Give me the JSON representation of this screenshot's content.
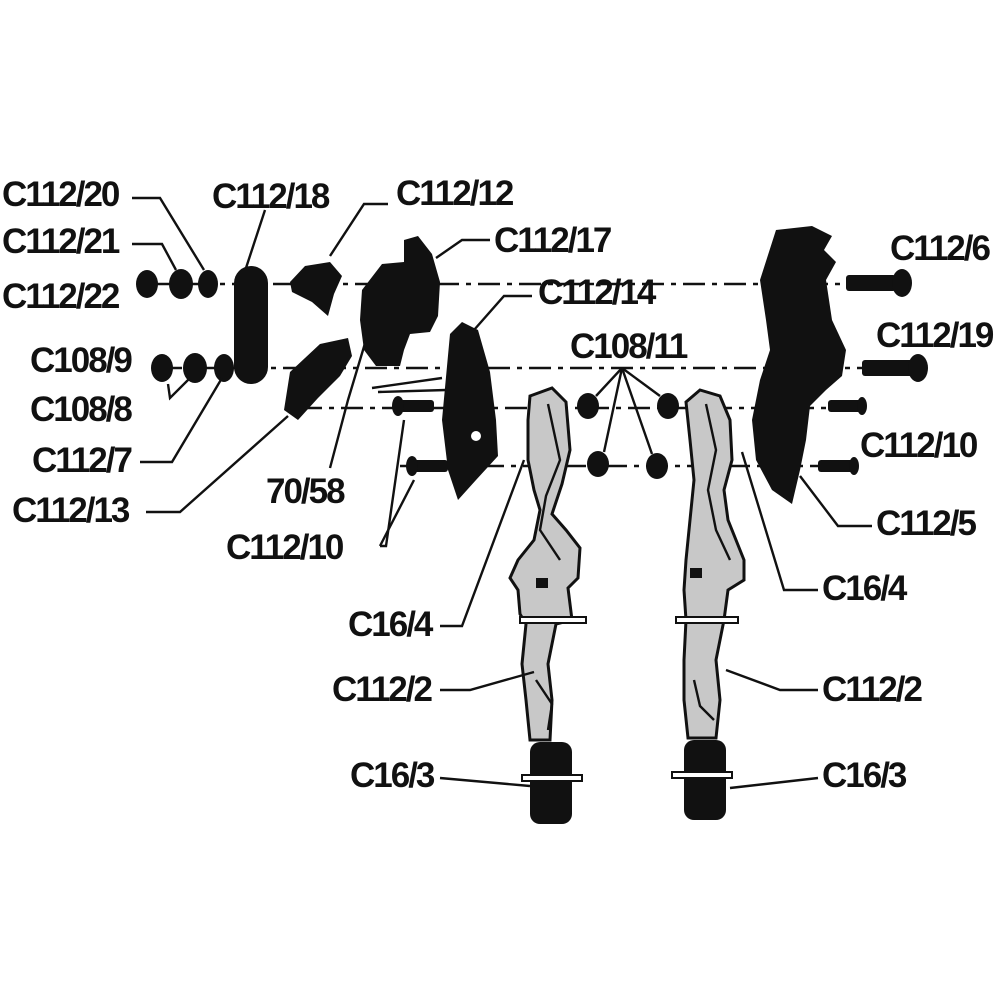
{
  "title": "",
  "colors": {
    "ink": "#111111",
    "paper": "#ffffff",
    "shade": "#c8c8c8"
  },
  "labels": {
    "c112_20": "C112/20",
    "c112_21": "C112/21",
    "c112_22": "C112/22",
    "c108_9": "C108/9",
    "c108_8": "C108/8",
    "c112_7": "C112/7",
    "c112_13": "C112/13",
    "c112_18": "C112/18",
    "c112_12": "C112/12",
    "c112_17": "C112/17",
    "c112_14": "C112/14",
    "c108_11": "C108/11",
    "n70_58": "70/58",
    "c112_10_left": "C112/10",
    "c16_4_left": "C16/4",
    "c112_2_left": "C112/2",
    "c16_3_left": "C16/3",
    "c112_6": "C112/6",
    "c112_19": "C112/19",
    "c112_10_right": "C112/10",
    "c112_5": "C112/5",
    "c16_4_right": "C16/4",
    "c112_2_right": "C112/2",
    "c16_3_right": "C16/3"
  }
}
